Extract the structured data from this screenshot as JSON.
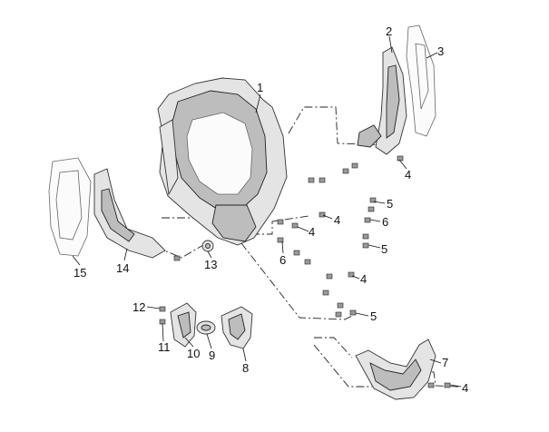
{
  "callouts": {
    "c1": "1",
    "c2": "2",
    "c3": "3",
    "c4a": "4",
    "c4b": "4",
    "c4c": "4",
    "c4d": "4",
    "c4e": "4",
    "c5a": "5",
    "c5b": "5",
    "c5c": "5",
    "c6a": "6",
    "c6b": "6",
    "c7": "7",
    "c8": "8",
    "c9": "9",
    "c10": "10",
    "c11": "11",
    "c12": "12",
    "c13": "13",
    "c14": "14",
    "c15": "15"
  }
}
